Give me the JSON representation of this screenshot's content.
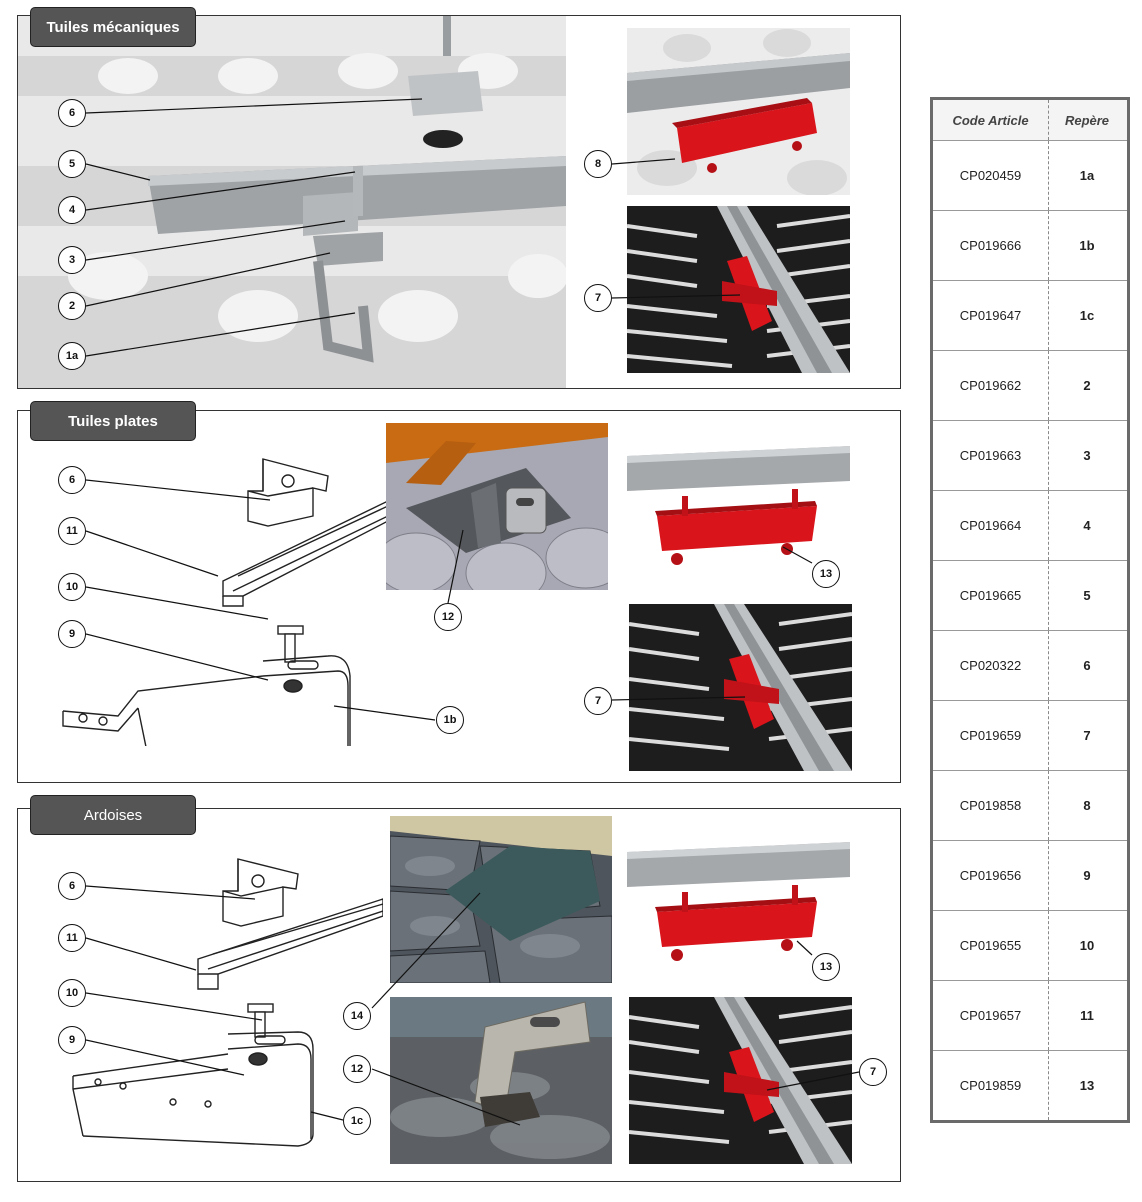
{
  "sections": {
    "mecaniques": {
      "title": "Tuiles mécaniques"
    },
    "plates": {
      "title": "Tuiles plates"
    },
    "ardoises": {
      "title": "Ardoises"
    }
  },
  "callouts": {
    "s1": [
      "6",
      "5",
      "4",
      "3",
      "2",
      "1a",
      "8",
      "7"
    ],
    "s2": [
      "6",
      "11",
      "10",
      "9",
      "1b",
      "12",
      "13",
      "7"
    ],
    "s3": [
      "6",
      "11",
      "10",
      "9",
      "1c",
      "14",
      "12",
      "13",
      "7"
    ]
  },
  "table": {
    "headers": [
      "Code Article",
      "Repère"
    ],
    "rows": [
      [
        "CP020459",
        "1a"
      ],
      [
        "CP019666",
        "1b"
      ],
      [
        "CP019647",
        "1c"
      ],
      [
        "CP019662",
        "2"
      ],
      [
        "CP019663",
        "3"
      ],
      [
        "CP019664",
        "4"
      ],
      [
        "CP019665",
        "5"
      ],
      [
        "CP020322",
        "6"
      ],
      [
        "CP019659",
        "7"
      ],
      [
        "CP019858",
        "8"
      ],
      [
        "CP019656",
        "9"
      ],
      [
        "CP019655",
        "10"
      ],
      [
        "CP019657",
        "11"
      ],
      [
        "CP019859",
        "13"
      ]
    ]
  },
  "colors": {
    "accent_red": "#d9141b",
    "tag_bg": "#555555",
    "rail": "#a9adb0"
  }
}
